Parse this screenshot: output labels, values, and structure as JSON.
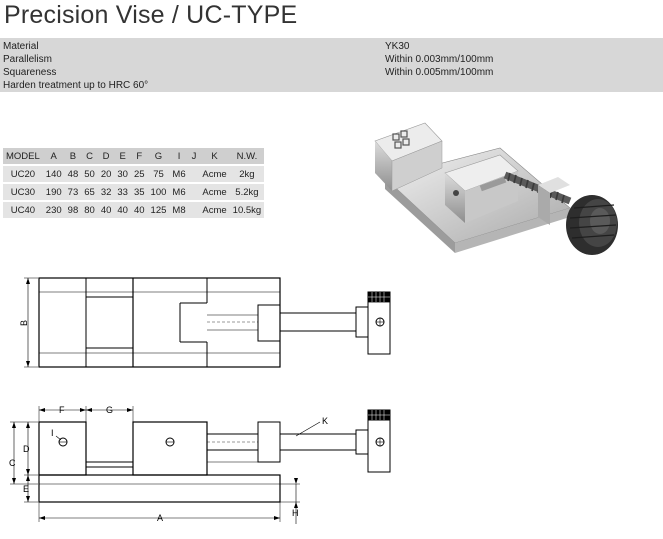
{
  "title": "Precision Vise / UC-TYPE",
  "specs": [
    {
      "label": "Material",
      "value": "YK30"
    },
    {
      "label": "Parallelism",
      "value": "Within 0.003mm/100mm"
    },
    {
      "label": "Squareness",
      "value": "Within 0.005mm/100mm"
    },
    {
      "label": "Harden treatment up to HRC 60°",
      "value": ""
    }
  ],
  "table": {
    "headers": [
      "MODEL",
      "A",
      "B",
      "C",
      "D",
      "E",
      "F",
      "G",
      "I",
      "J",
      "K",
      "N.W."
    ],
    "rows": [
      [
        "UC20",
        "140",
        "48",
        "50",
        "20",
        "30",
        "25",
        "75",
        "M6",
        "",
        "Acme",
        "2kg"
      ],
      [
        "UC30",
        "190",
        "73",
        "65",
        "32",
        "33",
        "35",
        "100",
        "M6",
        "",
        "Acme",
        "5.2kg"
      ],
      [
        "UC40",
        "230",
        "98",
        "80",
        "40",
        "40",
        "40",
        "125",
        "M8",
        "",
        "Acme",
        "10.5kg"
      ]
    ]
  },
  "drawing_labels": {
    "B": "B",
    "F": "F",
    "G": "G",
    "K": "K",
    "I": "I",
    "D": "D",
    "C": "C",
    "E": "E",
    "A": "A",
    "H": "H"
  }
}
